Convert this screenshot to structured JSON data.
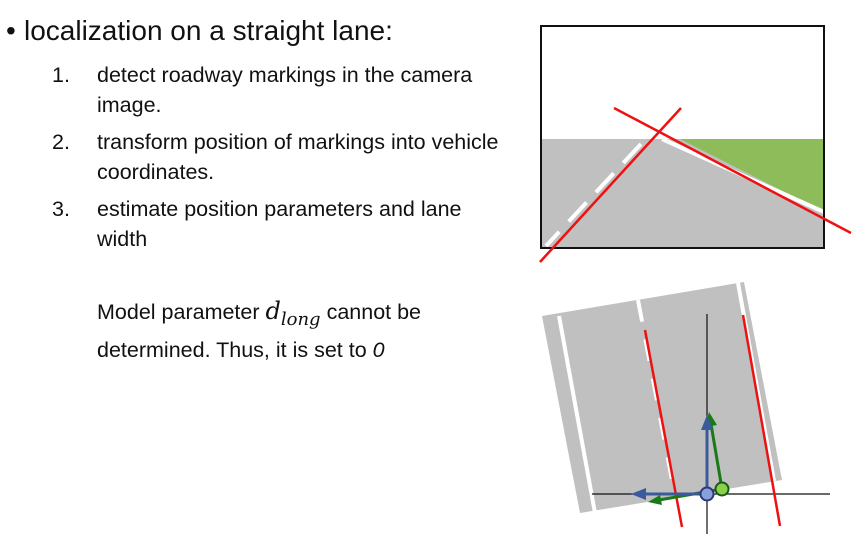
{
  "bullet": {
    "text": "localization on a straight lane:"
  },
  "steps": [
    {
      "num": "1.",
      "text": "detect roadway markings in the camera image."
    },
    {
      "num": "2.",
      "text": "transform position of markings into vehicle coordinates."
    },
    {
      "num": "3.",
      "text": "estimate position parameters and lane width"
    }
  ],
  "note": {
    "prefix": "Model parameter ",
    "math_base": "d",
    "math_sub": "long",
    "middle": " cannot be determined. Thus, it is set to ",
    "value": "0"
  },
  "colors": {
    "road": "#c0c0c0",
    "grass": "#8fbc5a",
    "marking": "#ffffff",
    "fitted_line": "#ee1111",
    "axis": "#111111",
    "vehicle_frame": "#3a5a9a",
    "lane_frame": "#1a7a1a"
  }
}
